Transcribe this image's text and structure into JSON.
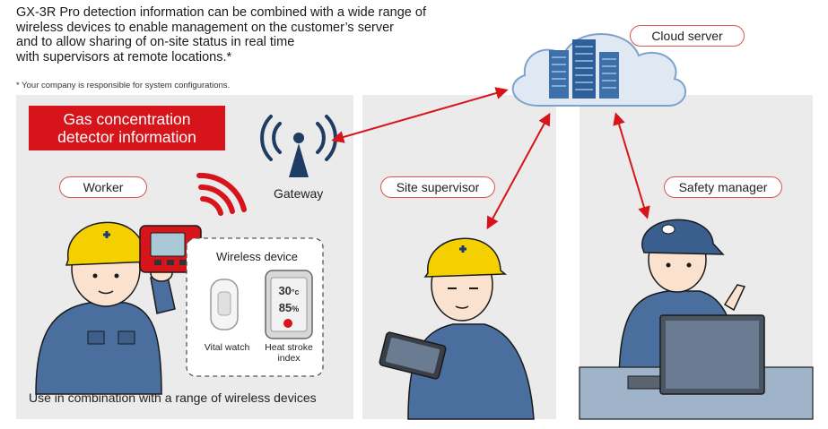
{
  "intro": {
    "lines": [
      "GX-3R Pro detection information can be combined with a wide range of",
      "wireless devices to enable management on the customer’s server",
      "and to allow sharing of on-site status in real time",
      "with supervisors at remote locations.*"
    ],
    "footnote": "* Your company is responsible for system configurations."
  },
  "cloud": {
    "label": "Cloud server"
  },
  "gateway": {
    "label": "Gateway"
  },
  "detector_box": {
    "line1": "Gas concentration",
    "line2": "detector information"
  },
  "roles": {
    "worker": "Worker",
    "site_supervisor": "Site supervisor",
    "safety_manager": "Safety manager"
  },
  "wireless": {
    "title": "Wireless device",
    "vital_watch": "Vital watch",
    "heat_line1": "Heat stroke",
    "heat_line2": "index",
    "temp": "30",
    "temp_unit": "°c",
    "humidity": "85",
    "humidity_unit": "%"
  },
  "caption": "Use in combination with a range of wireless devices",
  "colors": {
    "accent_red": "#d7141a",
    "panel_gray": "#ebebeb",
    "helmet_yellow": "#f5d000",
    "uniform_blue": "#4a6f9e"
  }
}
